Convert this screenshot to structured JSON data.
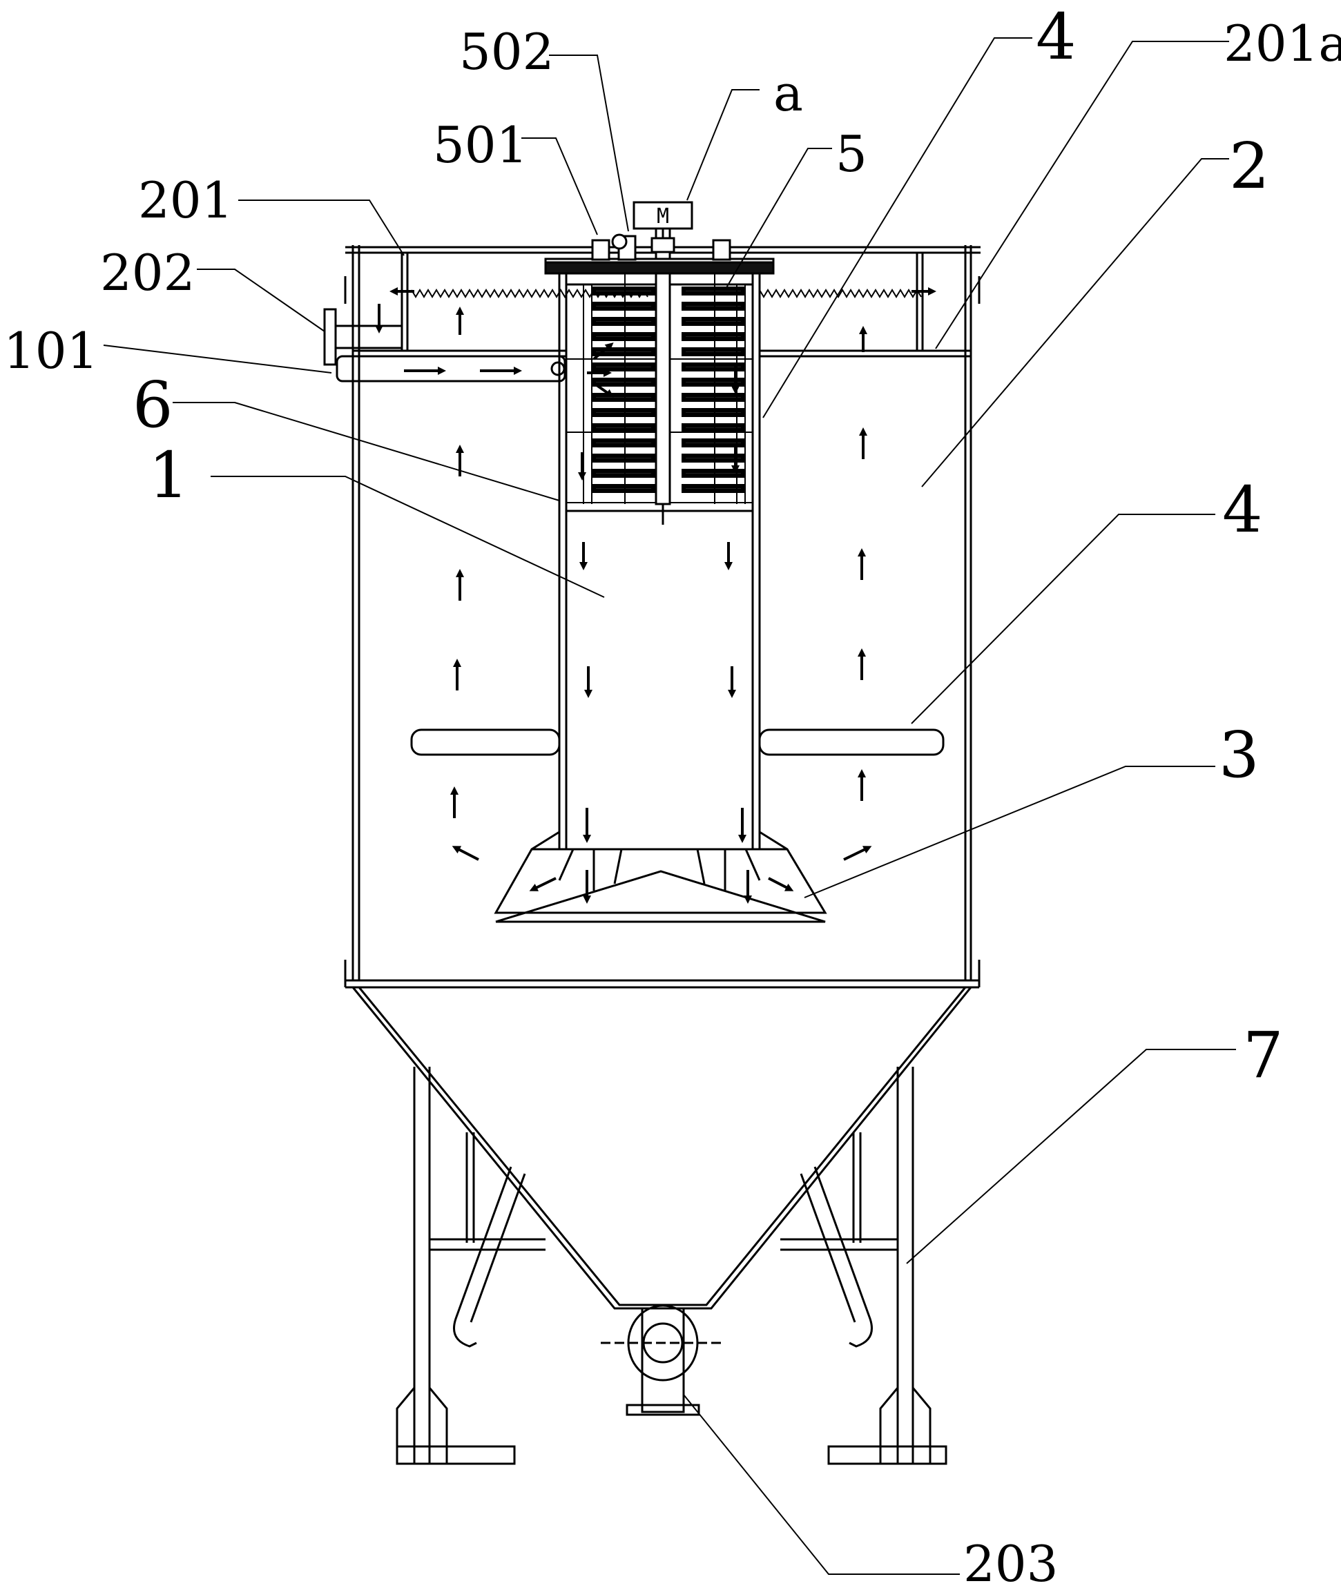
{
  "figure": {
    "motor_label": "M",
    "labels": {
      "l502": "502",
      "l501": "501",
      "la": "a",
      "l5": "5",
      "l4_top": "4",
      "l201a": "201a",
      "l2": "2",
      "l201": "201",
      "l202": "202",
      "l101": "101",
      "l6": "6",
      "l1": "1",
      "l4_mid": "4",
      "l3": "3",
      "l7": "7",
      "l203": "203"
    }
  },
  "colors": {
    "line": "#000000",
    "background": "#ffffff"
  }
}
